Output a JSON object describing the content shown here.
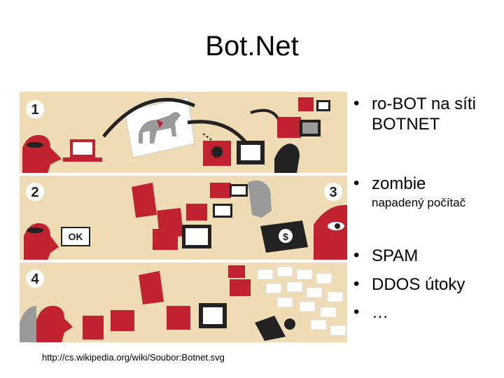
{
  "slide": {
    "title": "Bot.Net",
    "figure_caption": "http://cs.wikipedia.org/wiki/Soubor:Botnet.svg",
    "figure": {
      "steps": [
        "1",
        "2",
        "3",
        "4"
      ],
      "ok_label": "OK",
      "money_symbol": "$",
      "colors": {
        "panel": "#f0dcb4",
        "red": "#c0232f",
        "dark": "#222222",
        "grey": "#9a9a9a",
        "white": "#ffffff"
      }
    },
    "bullets": [
      {
        "text": "ro-BOT na síti BOTNET",
        "line1": "ro-BOT na síti",
        "line2": "BOTNET"
      },
      {
        "text": "zombie",
        "sub": "napadený počítač"
      },
      {
        "text": "SPAM"
      },
      {
        "text": "DDOS útoky"
      },
      {
        "text": "…"
      }
    ]
  }
}
